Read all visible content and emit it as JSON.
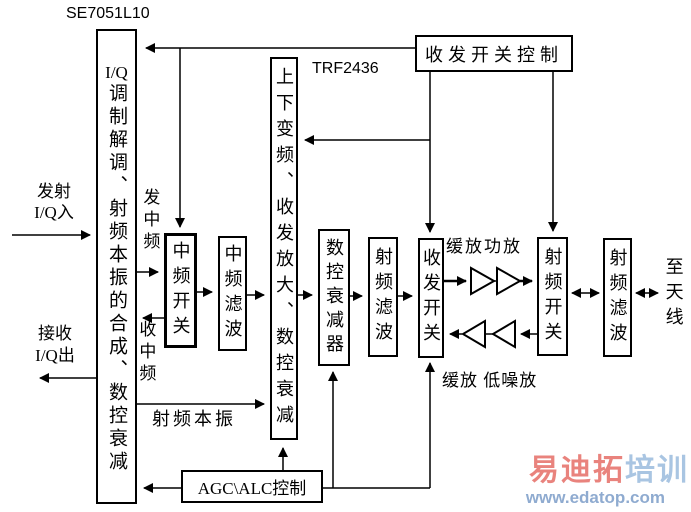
{
  "diagram": {
    "chip_labels": {
      "left_chip": "SE7051L10",
      "right_chip": "TRF2436"
    },
    "blocks": {
      "iq_modem": {
        "header": "I/Q",
        "body": "调制解调、射频本振的合成、数控衰减"
      },
      "updown_converter": {
        "text": "上下变频、收发放大、数控衰减"
      },
      "switch_control": {
        "text": "收发开关控制"
      },
      "if_switch": {
        "text": "中频开关"
      },
      "if_filter": {
        "text": "中频滤波"
      },
      "dig_attenuator": {
        "text": "数控衰减器"
      },
      "rf_filter_tx": {
        "text": "射频滤波"
      },
      "trx_switch": {
        "text": "收发开关"
      },
      "rf_switch": {
        "text": "射频开关"
      },
      "rf_filter_ant": {
        "text": "射频滤波"
      },
      "agc_alc_control": {
        "text": "AGC\\ALC控制"
      }
    },
    "labels": {
      "tx_iq_line1": "发射",
      "tx_iq_line2": "I/Q入",
      "rx_iq_line1": "接收",
      "rx_iq_line2": "I/Q出",
      "tx_if": "发中频",
      "rx_if": "收中频",
      "rf_lo": "射频本振",
      "buffer_pa": "缓放功放",
      "buffer_lna": "缓放 低噪放",
      "to_antenna": "至天线"
    },
    "colors": {
      "line": "#000000",
      "background": "#ffffff"
    }
  },
  "watermark": {
    "brand_red": "易迪拓",
    "brand_blue": "培训",
    "url": "www.edatop.com",
    "colors": {
      "brand_red": "#e9837d",
      "brand_blue": "#a9c5e2",
      "url_blue": "#8fabd0"
    }
  }
}
